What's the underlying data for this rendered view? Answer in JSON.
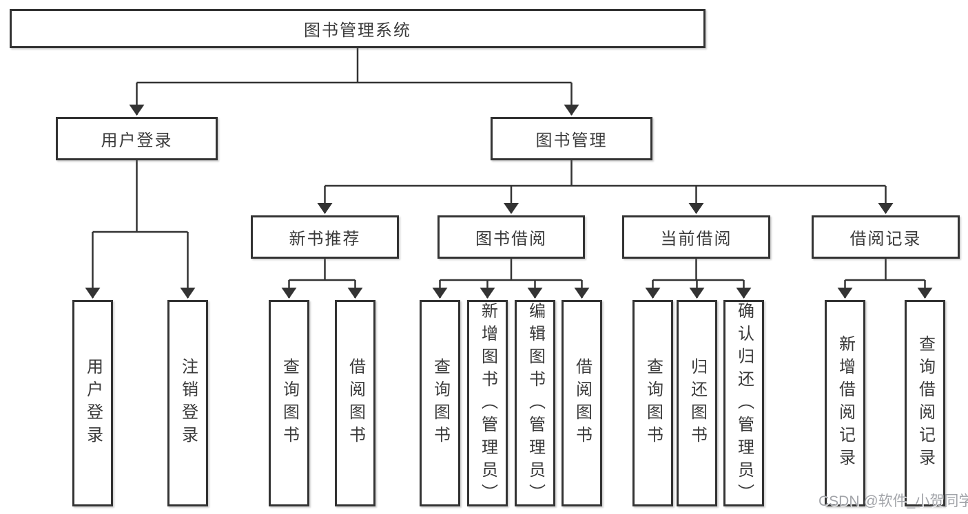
{
  "tree": {
    "root": {
      "label": "图书管理系统"
    },
    "branches": [
      {
        "label": "用户登录",
        "children": [
          {
            "label": "用户登录"
          },
          {
            "label": "注销登录"
          }
        ]
      },
      {
        "label": "图书管理",
        "children": [
          {
            "label": "新书推荐",
            "children": [
              {
                "label": "查询图书"
              },
              {
                "label": "借阅图书"
              }
            ]
          },
          {
            "label": "图书借阅",
            "children": [
              {
                "label": "查询图书"
              },
              {
                "label": "新增图书（管理员）"
              },
              {
                "label": "编辑图书（管理员）"
              },
              {
                "label": "借阅图书"
              }
            ]
          },
          {
            "label": "当前借阅",
            "children": [
              {
                "label": "查询图书"
              },
              {
                "label": "归还图书"
              },
              {
                "label": "确认归还（管理员）"
              }
            ]
          },
          {
            "label": "借阅记录",
            "children": [
              {
                "label": "新增借阅记录"
              },
              {
                "label": "查询借阅记录"
              }
            ]
          }
        ]
      }
    ]
  },
  "watermark": {
    "text": "CSDN @软件_小贺同学"
  },
  "colors": {
    "line": "#333333",
    "text": "#3a3a3a",
    "box_fill": "#ffffff",
    "watermark": "#a2a4a9"
  }
}
